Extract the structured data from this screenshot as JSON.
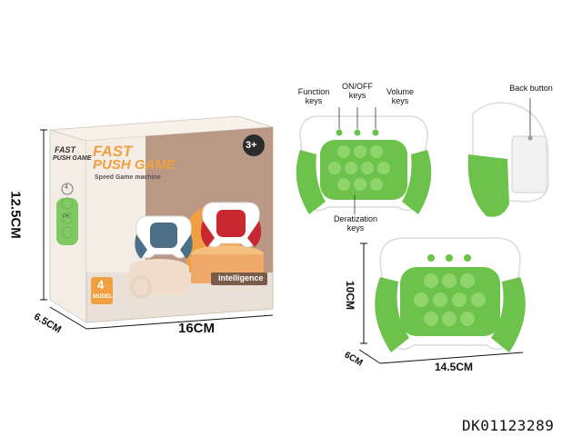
{
  "box": {
    "brand_line1": "FAST",
    "brand_line2": "PUSH GAME",
    "side_brand_line1": "FAST",
    "side_brand_line2": "PUSH GAME",
    "subtitle": "Speed Game machine",
    "age_badge": "3+",
    "model_count": "4",
    "model_label": "MODEL",
    "intelligence_label": "intelligence",
    "side_icon_labels": [
      "4",
      "PK"
    ]
  },
  "dimensions": {
    "box_height": "12.5CM",
    "box_width": "16CM",
    "box_depth": "6.5CM",
    "toy_height": "10CM",
    "toy_width": "14.5CM",
    "toy_depth": "6CM"
  },
  "callouts": {
    "function_keys": "Function\nkeys",
    "on_off_keys": "ON/OFF\nkeys",
    "volume_keys": "Volume\nkeys",
    "deratization_keys": "Deratization\nkeys",
    "back_button": "Back button"
  },
  "product_code": "DK01123289",
  "colors": {
    "toy_green": "#6cc24a",
    "toy_dark_green": "#3f8f2a",
    "box_orange": "#f2a03d",
    "box_panel": "#c9a58a",
    "red_toy": "#c8282f",
    "blue_toy": "#4a6f86"
  }
}
